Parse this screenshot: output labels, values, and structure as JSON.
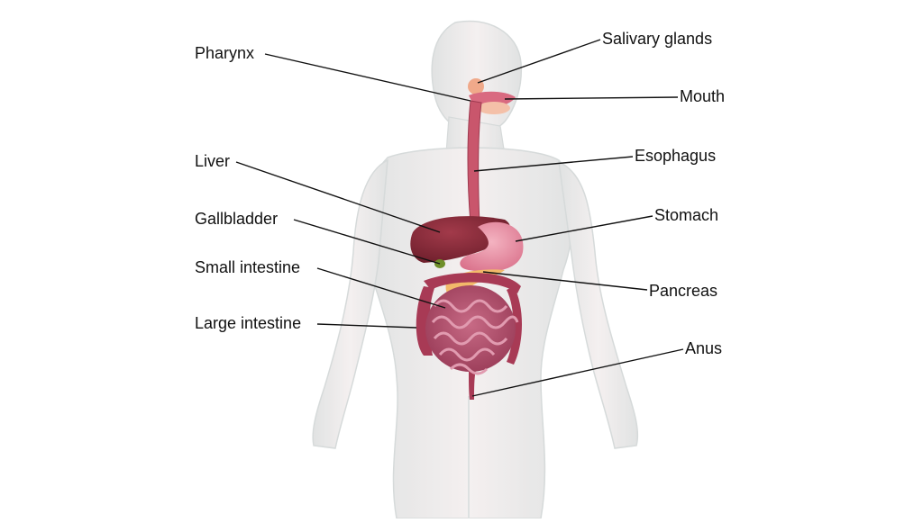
{
  "diagram": {
    "labels": {
      "pharynx": "Pharynx",
      "salivary_glands": "Salivary glands",
      "mouth": "Mouth",
      "esophagus": "Esophagus",
      "liver": "Liver",
      "stomach": "Stomach",
      "gallbladder": "Gallbladder",
      "small_intestine": "Small intestine",
      "pancreas": "Pancreas",
      "large_intestine": "Large intestine",
      "anus": "Anus"
    },
    "colors": {
      "body": "#e9e4e4",
      "body_shade": "#d6dcdc",
      "liver": "#8a2a3a",
      "stomach": "#e58ca0",
      "esophagus": "#c9566c",
      "intestine": "#b8526e",
      "large_intestine": "#a83a55",
      "pancreas": "#f2b96a",
      "gallbladder": "#6f8f2a",
      "salivary": "#f0a98a",
      "leader": "#111111"
    }
  }
}
